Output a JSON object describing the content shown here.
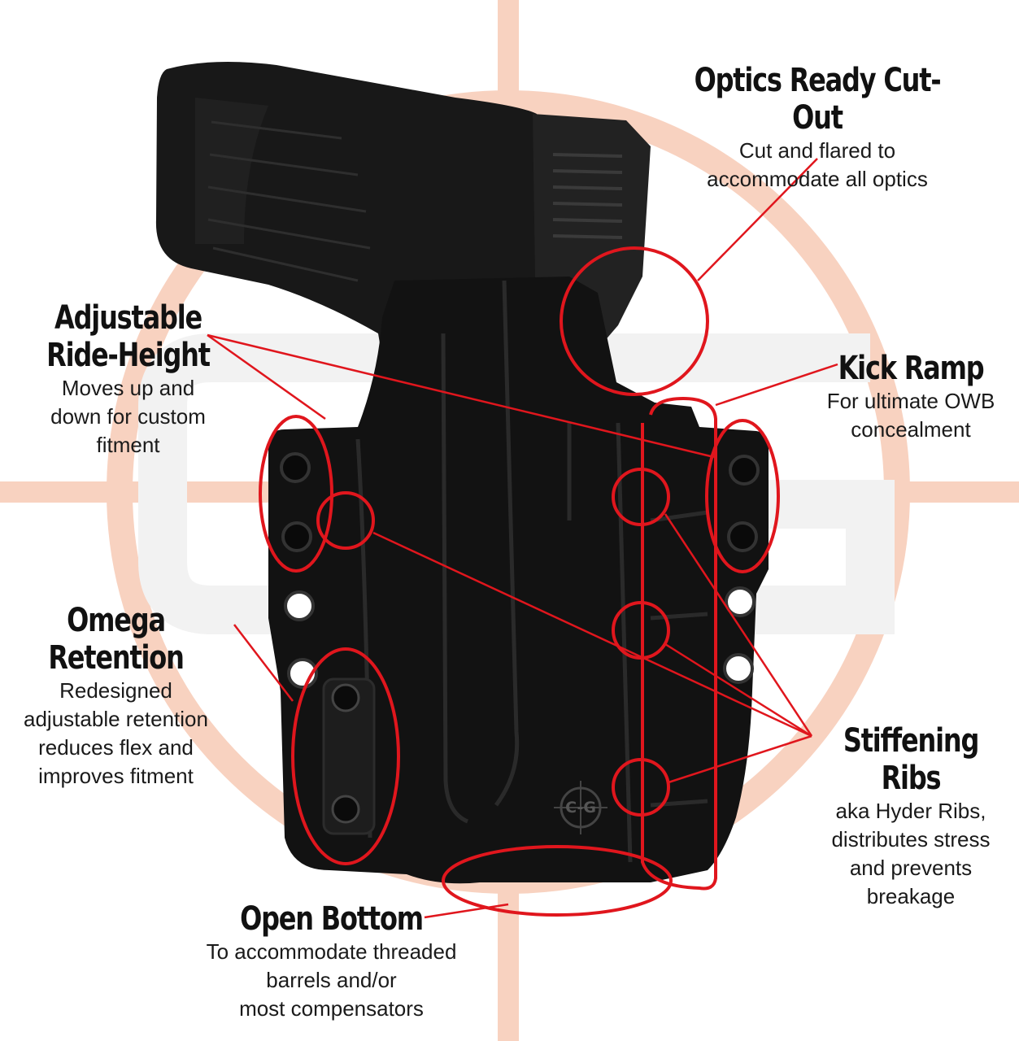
{
  "callouts": {
    "optics": {
      "title": "Optics Ready Cut-Out",
      "desc": [
        "Cut and flared to",
        "accommodate all optics"
      ]
    },
    "ride_height": {
      "title": [
        "Adjustable",
        "Ride-Height"
      ],
      "desc": [
        "Moves up and",
        "down for custom",
        "fitment"
      ]
    },
    "kick_ramp": {
      "title": "Kick Ramp",
      "desc": [
        "For ultimate OWB",
        "concealment"
      ]
    },
    "omega": {
      "title": "Omega Retention",
      "desc": [
        "Redesigned",
        "adjustable retention",
        "reduces flex and",
        "improves fitment"
      ]
    },
    "stiffening": {
      "title": "Stiffening Ribs",
      "desc": [
        "aka Hyder Ribs,",
        "distributes stress",
        "and prevents",
        "breakage"
      ]
    },
    "open_bottom": {
      "title": "Open Bottom",
      "desc": [
        "To accommodate threaded",
        "barrels and/or",
        "most compensators"
      ]
    }
  },
  "logo_text": "C-G",
  "colors": {
    "callout_red": "#e0161d",
    "watermark": "#f8d2c0",
    "holster": "#121212",
    "pistol": "#181818"
  }
}
